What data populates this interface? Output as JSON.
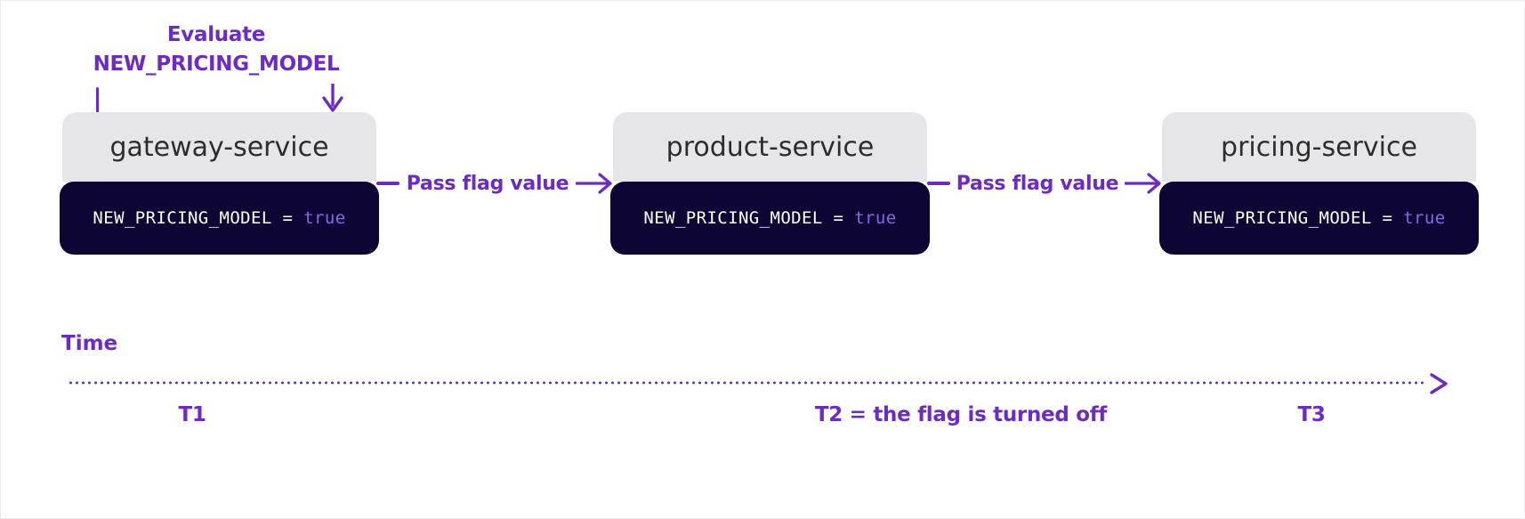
{
  "colors": {
    "accent_purple": "#6d2bc2",
    "timeline_dot_purple": "#5f2bb0",
    "box_header_bg": "#e6e5e7",
    "box_header_text": "#2d2d2d",
    "box_body_bg": "#0d0634",
    "code_text": "#ffffff",
    "flag_value_text": "#8a65ec",
    "background": "#ffffff"
  },
  "annotation": {
    "line1": "Evaluate",
    "line2": "NEW_PRICING_MODEL"
  },
  "services": [
    {
      "name": "gateway-service",
      "flag_key": "NEW_PRICING_MODEL",
      "flag_operator": " = ",
      "flag_value": "true"
    },
    {
      "name": "product-service",
      "flag_key": "NEW_PRICING_MODEL",
      "flag_operator": " = ",
      "flag_value": "true"
    },
    {
      "name": "pricing-service",
      "flag_key": "NEW_PRICING_MODEL",
      "flag_operator": " = ",
      "flag_value": "true"
    }
  ],
  "connectors": [
    {
      "label": "Pass flag value"
    },
    {
      "label": "Pass flag value"
    }
  ],
  "timeline": {
    "axis_label": "Time",
    "markers": [
      {
        "label": "T1"
      },
      {
        "label": "T2 = the flag is turned off"
      },
      {
        "label": "T3"
      }
    ]
  }
}
